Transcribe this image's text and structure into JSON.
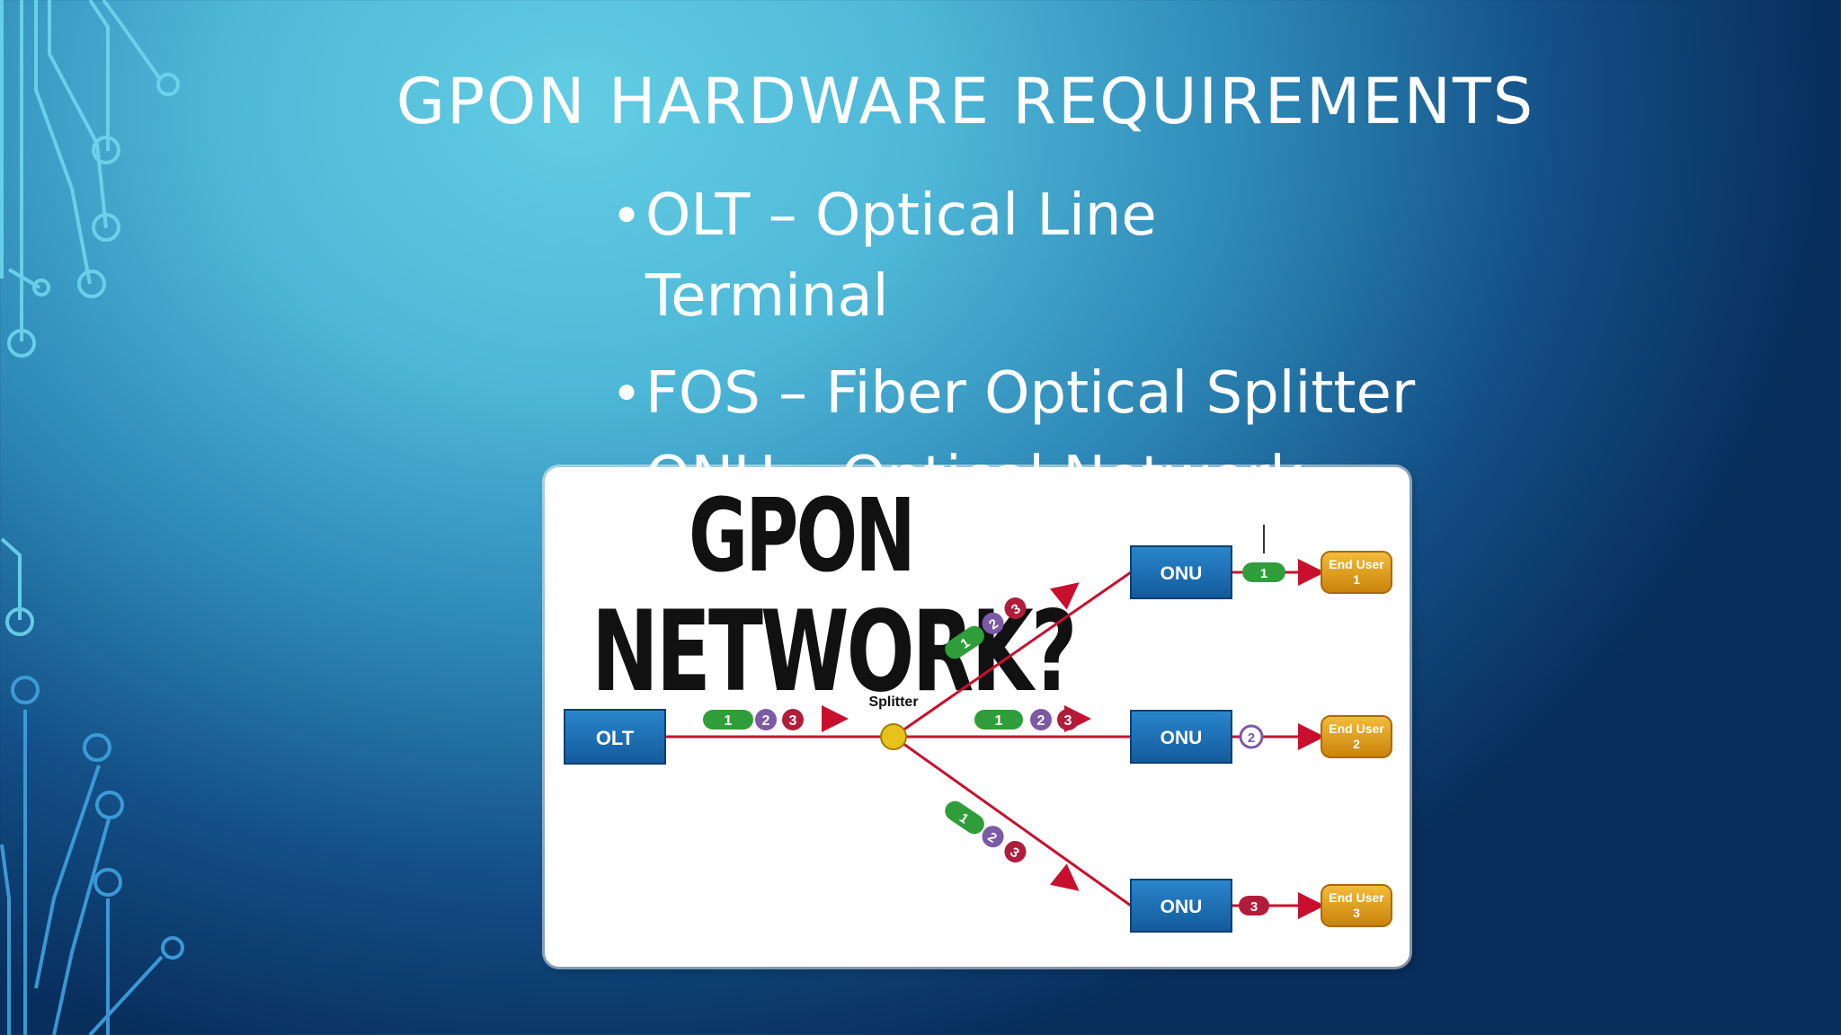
{
  "slide": {
    "title": "GPON HARDWARE REQUIREMENTS",
    "bullets": [
      {
        "line1": "OLT – Optical Line",
        "line2": "Terminal"
      },
      {
        "line1": "FOS – Fiber Optical Splitter"
      },
      {
        "line1": "ONU – Optical Network"
      }
    ],
    "bullet_symbol": "•"
  },
  "diagram": {
    "heading_line1": "GPON",
    "heading_line2": "NETWORK?",
    "olt_label": "OLT",
    "splitter_label": "Splitter",
    "onu_labels": [
      "ONU",
      "ONU",
      "ONU"
    ],
    "end_users": [
      {
        "line1": "End User",
        "line2": "1"
      },
      {
        "line1": "End User",
        "line2": "2"
      },
      {
        "line1": "End User",
        "line2": "3"
      }
    ],
    "packet_numbers": [
      "1",
      "2",
      "3"
    ],
    "colors": {
      "fiber": "#c8102e",
      "packet1": "#2f9e3a",
      "packet2": "#7b5aa6",
      "packet3": "#b01d3a",
      "box": "#1d6fb8",
      "end_user": "#e8a21a",
      "splitter": "#e7c21b"
    }
  }
}
